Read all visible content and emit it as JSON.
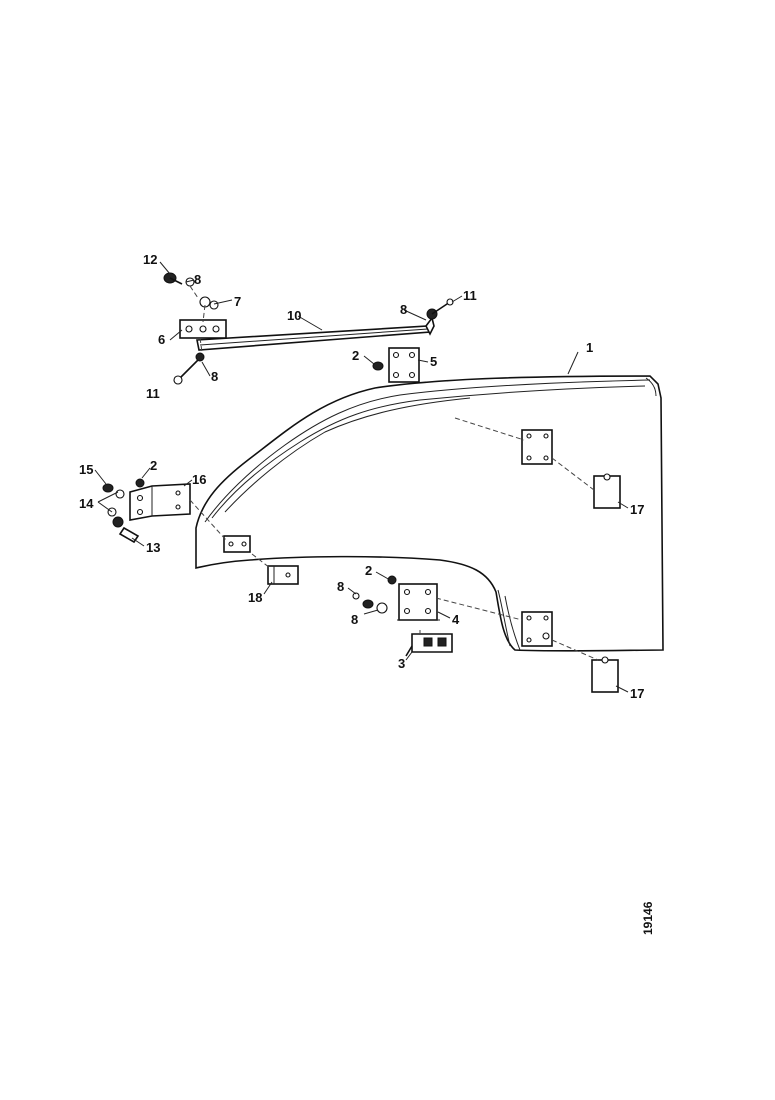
{
  "figure": {
    "reference_number": "19146"
  },
  "callouts": {
    "c1": "1",
    "c2_top": "2",
    "c2_left": "2",
    "c2_bottom": "2",
    "c3": "3",
    "c4": "4",
    "c5": "5",
    "c6": "6",
    "c7": "7",
    "c8_a": "8",
    "c8_b": "8",
    "c8_c": "8",
    "c8_d": "8",
    "c8_e": "8",
    "c10": "10",
    "c11_a": "11",
    "c11_b": "11",
    "c12": "12",
    "c13": "13",
    "c14": "14",
    "c15": "15",
    "c16": "16",
    "c17_a": "17",
    "c17_b": "17",
    "c18": "18"
  }
}
